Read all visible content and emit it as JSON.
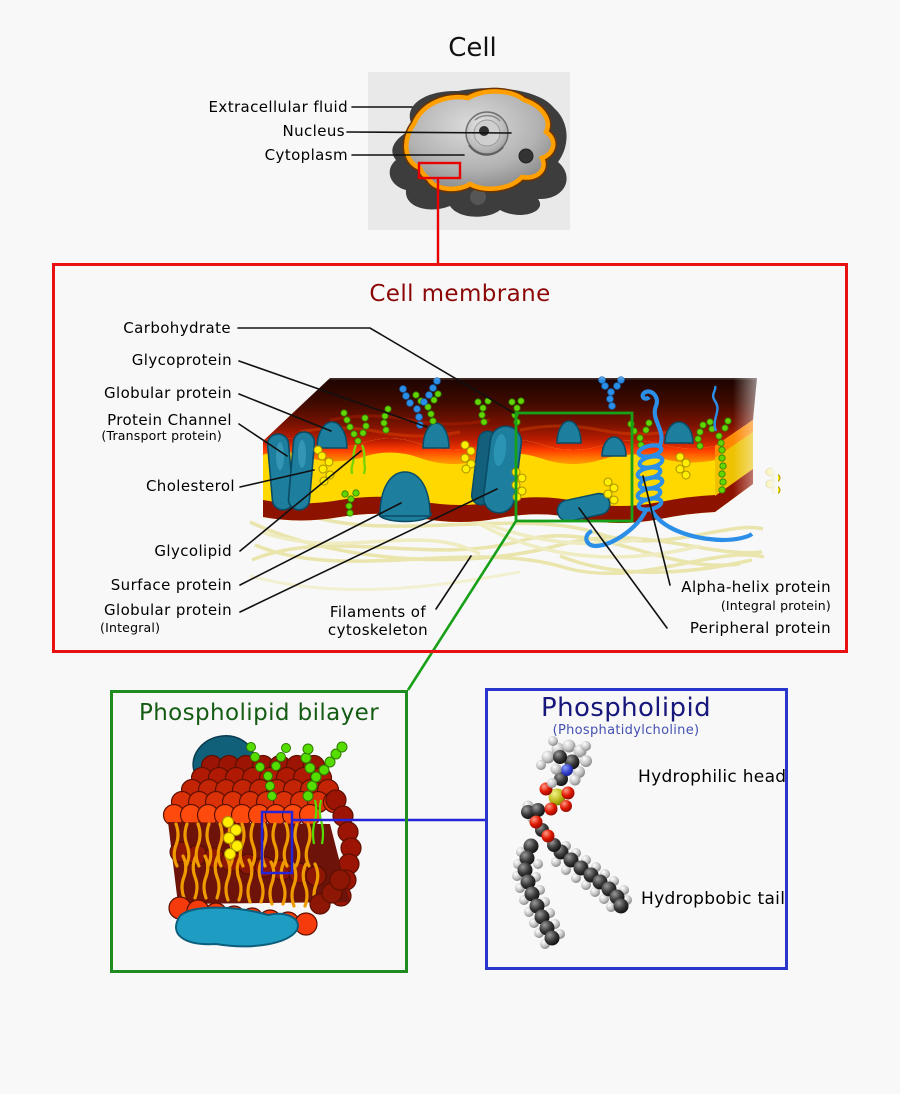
{
  "cell": {
    "title": "Cell",
    "labels": {
      "extracellular": "Extracellular fluid",
      "nucleus": "Nucleus",
      "cytoplasm": "Cytoplasm"
    }
  },
  "membrane": {
    "title": "Cell membrane",
    "labels": {
      "carbohydrate": "Carbohydrate",
      "glycoprotein": "Glycoprotein",
      "globular_protein": "Globular protein",
      "protein_channel": "Protein Channel",
      "protein_channel_sub": "(Transport protein)",
      "cholesterol": "Cholesterol",
      "glycolipid": "Glycolipid",
      "surface_protein": "Surface protein",
      "globular_protein_integral": "Globular protein",
      "globular_protein_integral_sub": "(Integral)",
      "filaments_line1": "Filaments of",
      "filaments_line2": "cytoskeleton",
      "alpha_helix": "Alpha-helix protein",
      "alpha_helix_sub": "(Integral protein)",
      "peripheral": "Peripheral protein"
    }
  },
  "bilayer": {
    "title": "Phospholipid bilayer"
  },
  "phospholipid": {
    "title": "Phospholipid",
    "subtitle": "(Phosphatidylcholine)",
    "labels": {
      "head": "Hydrophilic head",
      "tail": "Hydropbobic tail"
    }
  },
  "colors": {
    "box_red": "#e81010",
    "box_green": "#1e8c1e",
    "box_blue": "#2a35cc",
    "membrane_title": "#8b0606",
    "bilayer_title": "#145c14",
    "phospholipid_title": "#17177c",
    "phospholipid_subtitle": "#4451b0",
    "membrane_yellow": "#ffd800",
    "membrane_dark_red": "#8e1200",
    "protein_teal": "#1d7e9d"
  }
}
